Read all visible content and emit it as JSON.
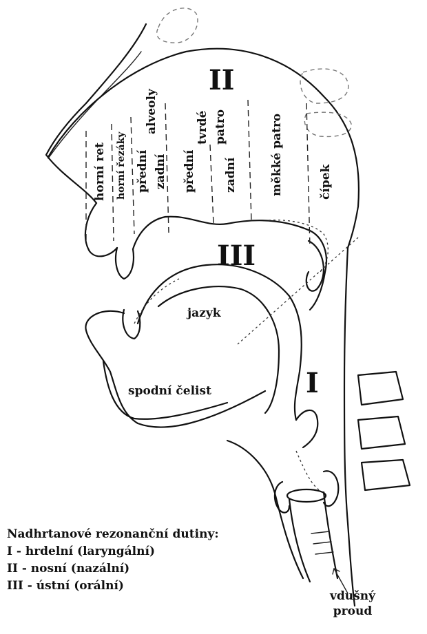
{
  "cavities": {
    "pharyngeal": "I",
    "nasal": "II",
    "oral": "III"
  },
  "regions": {
    "upper_lip": "horní ret",
    "upper_incisors": "horní řezáky",
    "front_alveoli": "přední",
    "alveoli": "alveoly",
    "back_alveoli": "zadní",
    "front_hard_palate": "přední",
    "hard_palate": "tvrdé",
    "back_hard_palate": "zadní",
    "palate_word": "patro",
    "soft_palate": "měkké patro",
    "uvula": "čípek"
  },
  "labels": {
    "tongue": "jazyk",
    "lower_jaw": "spodní čelist",
    "airflow_line1": "vdušný",
    "airflow_line2": "proud"
  },
  "legend": {
    "title": "Nadhrtanové rezonanční dutiny:",
    "items": [
      "I - hrdelní (laryngální)",
      "II - nosní (nazální)",
      "III - ústní (orální)"
    ]
  }
}
